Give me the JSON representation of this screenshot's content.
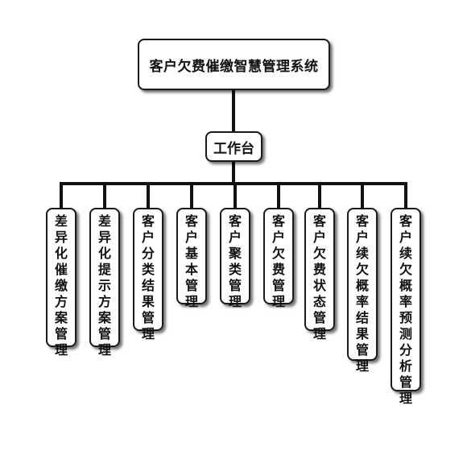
{
  "title": "客户欠费催缴智慧管理系统",
  "hub": "工作台",
  "modules": [
    "差异化催缴方案管理",
    "差异化提示方案管理",
    "客户分类结果管理",
    "客户基本管理",
    "客户聚类管理",
    "客户欠费管理",
    "客户欠费状态管理",
    "客户续欠概率结果管理",
    "客户续欠概率预测分析管理"
  ],
  "colors": {
    "line": "#111111",
    "border": "#1a1a1a",
    "background": "#ffffff"
  }
}
